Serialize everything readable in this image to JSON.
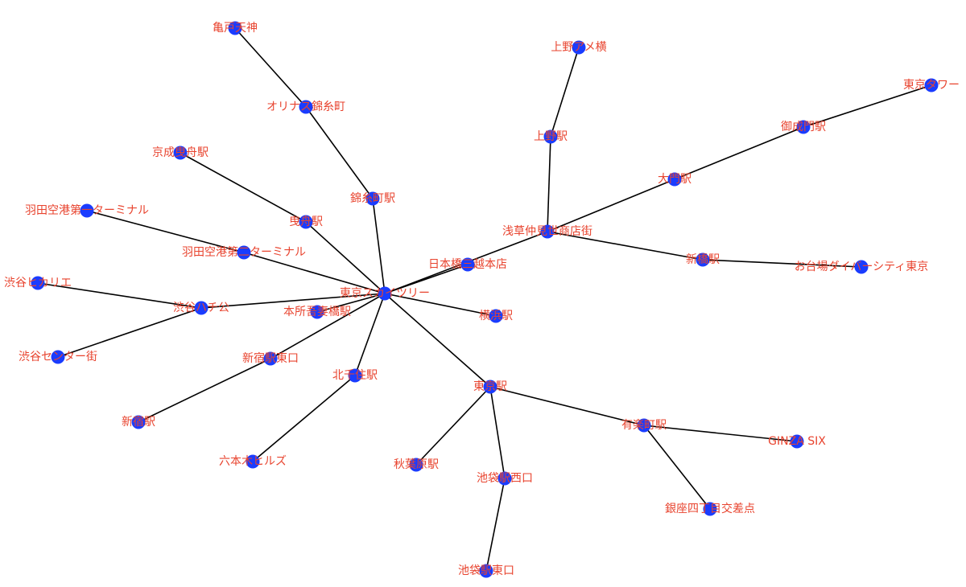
{
  "colors": {
    "node": "#1a3cff",
    "edge": "#000000",
    "label": "#e8432e",
    "background": "#ffffff"
  },
  "nodes": [
    {
      "id": "skytree",
      "label": "東京スカイツリー"
    },
    {
      "id": "kameido",
      "label": "亀戸天神"
    },
    {
      "id": "olinas",
      "label": "オリナス錦糸町"
    },
    {
      "id": "kinshicho",
      "label": "錦糸町駅"
    },
    {
      "id": "keisei",
      "label": "京成曳舟駅"
    },
    {
      "id": "hikifune",
      "label": "曳舟駅"
    },
    {
      "id": "haneda1",
      "label": "羽田空港第一ターミナル"
    },
    {
      "id": "haneda2",
      "label": "羽田空港第二ターミナル"
    },
    {
      "id": "hikarie",
      "label": "渋谷ヒカリエ"
    },
    {
      "id": "hachiko",
      "label": "渋谷ハチ公"
    },
    {
      "id": "center",
      "label": "渋谷センター街"
    },
    {
      "id": "azuma",
      "label": "本所吾妻橋駅"
    },
    {
      "id": "shinjukuE",
      "label": "新宿駅東口"
    },
    {
      "id": "shinjuku",
      "label": "新宿駅"
    },
    {
      "id": "kitasenju",
      "label": "北千住駅"
    },
    {
      "id": "roppongi",
      "label": "六本木ヒルズ"
    },
    {
      "id": "ueno_ame",
      "label": "上野アメ横"
    },
    {
      "id": "ueno",
      "label": "上野駅"
    },
    {
      "id": "asakusa",
      "label": "浅草仲見世商店街"
    },
    {
      "id": "tokyotower",
      "label": "東京タワー"
    },
    {
      "id": "onarimon",
      "label": "御成門駅"
    },
    {
      "id": "daimon",
      "label": "大門駅"
    },
    {
      "id": "shinbashi",
      "label": "新橋駅"
    },
    {
      "id": "diver",
      "label": "お台場ダイバーシティ東京"
    },
    {
      "id": "mitsukoshi",
      "label": "日本橋三越本店"
    },
    {
      "id": "yokohama",
      "label": "横浜駅"
    },
    {
      "id": "tokyo",
      "label": "東京駅"
    },
    {
      "id": "yurakucho",
      "label": "有楽町駅"
    },
    {
      "id": "ginzasix",
      "label": "GINZA SIX"
    },
    {
      "id": "ginza4",
      "label": "銀座四丁目交差点"
    },
    {
      "id": "akihabara",
      "label": "秋葉原駅"
    },
    {
      "id": "ikeW",
      "label": "池袋駅西口"
    },
    {
      "id": "ikeE",
      "label": "池袋駅東口"
    }
  ],
  "edges": [
    [
      "kameido",
      "olinas"
    ],
    [
      "olinas",
      "kinshicho"
    ],
    [
      "kinshicho",
      "skytree"
    ],
    [
      "keisei",
      "hikifune"
    ],
    [
      "hikifune",
      "skytree"
    ],
    [
      "haneda1",
      "haneda2"
    ],
    [
      "haneda2",
      "skytree"
    ],
    [
      "hikarie",
      "hachiko"
    ],
    [
      "center",
      "hachiko"
    ],
    [
      "hachiko",
      "skytree"
    ],
    [
      "azuma",
      "skytree"
    ],
    [
      "shinjuku",
      "shinjukuE"
    ],
    [
      "shinjukuE",
      "skytree"
    ],
    [
      "roppongi",
      "kitasenju"
    ],
    [
      "kitasenju",
      "skytree"
    ],
    [
      "mitsukoshi",
      "skytree"
    ],
    [
      "yokohama",
      "skytree"
    ],
    [
      "skytree",
      "asakusa"
    ],
    [
      "ueno_ame",
      "ueno"
    ],
    [
      "ueno",
      "asakusa"
    ],
    [
      "asakusa",
      "daimon"
    ],
    [
      "daimon",
      "onarimon"
    ],
    [
      "onarimon",
      "tokyotower"
    ],
    [
      "asakusa",
      "shinbashi"
    ],
    [
      "shinbashi",
      "diver"
    ],
    [
      "skytree",
      "tokyo"
    ],
    [
      "tokyo",
      "akihabara"
    ],
    [
      "tokyo",
      "ikeW"
    ],
    [
      "ikeW",
      "ikeE"
    ],
    [
      "tokyo",
      "yurakucho"
    ],
    [
      "yurakucho",
      "ginzasix"
    ],
    [
      "yurakucho",
      "ginza4"
    ]
  ]
}
